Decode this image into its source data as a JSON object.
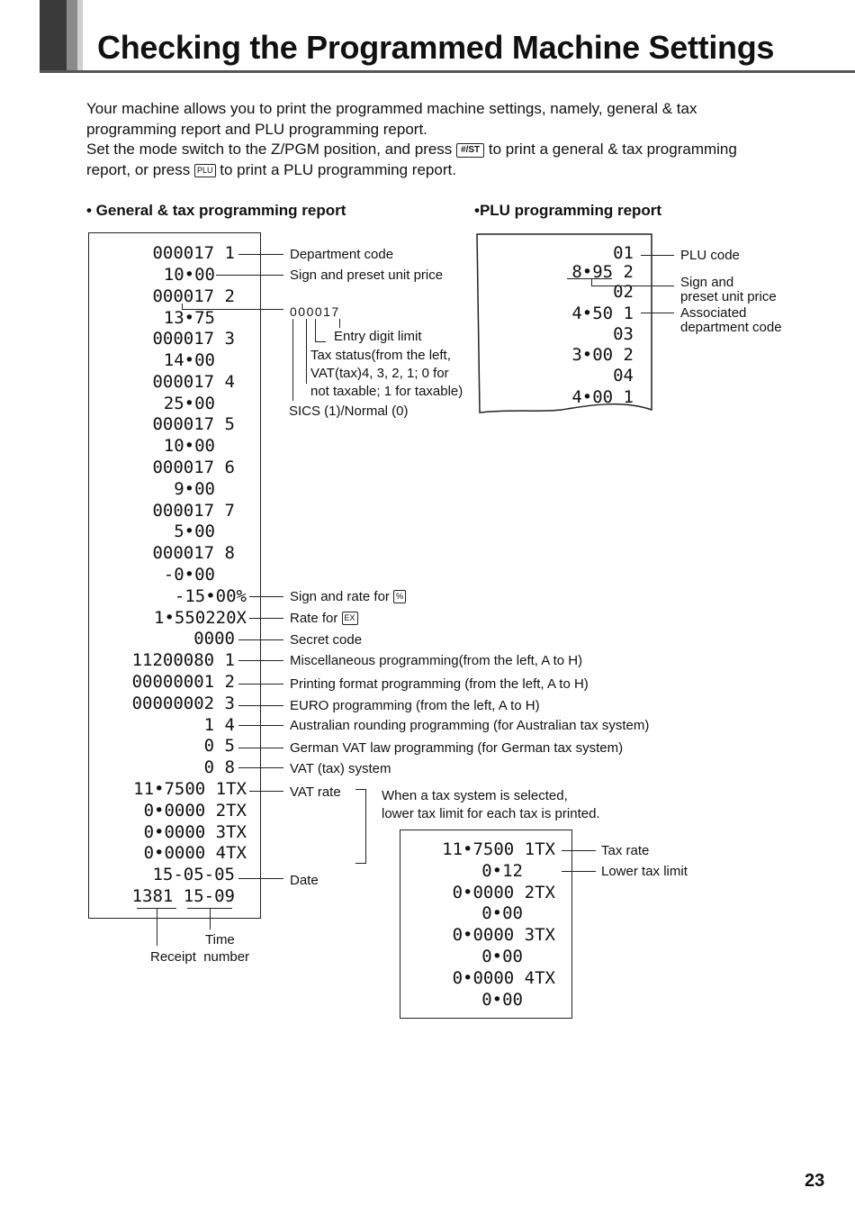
{
  "page": {
    "title": "Checking the Programmed Machine Settings",
    "page_number": "23"
  },
  "intro": {
    "line1": "Your machine allows you to print the programmed machine settings, namely, general & tax",
    "line2": "programming report and PLU programming report.",
    "line3_before": "Set the mode switch to the Z/PGM position, and press",
    "key_st": "#/ST",
    "line3_after": "to print a general & tax programming",
    "line4_before": "report, or press",
    "key_plu": "PLU",
    "line4_after": "to print a PLU programming report."
  },
  "sections": {
    "general": "• General & tax programming report",
    "plu": "•PLU programming report"
  },
  "general_receipt": {
    "lines": [
      "000017 1",
      "10•00",
      "000017 2",
      "13•75",
      "000017 3",
      "14•00",
      "000017 4",
      "25•00",
      "000017 5",
      "10•00",
      "000017 6",
      "9•00",
      "000017 7",
      "5•00",
      "000017 8",
      "-0•00",
      "-15•00%",
      "1•550220X",
      "0000",
      "11200080 1",
      "00000001 2",
      "00000002 3",
      "1 4",
      "0 5",
      "0 8",
      "11•7500 1TX",
      "0•0000 2TX",
      "0•0000 3TX",
      "0•0000 4TX",
      "15-05-05",
      "1381 15-09"
    ]
  },
  "general_annotations": {
    "department_code": "Department code",
    "sign_preset_price": "Sign and preset unit price",
    "sample_code": "000017",
    "entry_digit_limit": "Entry digit limit",
    "tax_status_1": "Tax status(from the left,",
    "tax_status_2": "VAT(tax)4, 3, 2, 1; 0 for",
    "tax_status_3": "not taxable; 1 for taxable)",
    "sics_normal": "SICS (1)/Normal (0)",
    "sign_rate_percent": "Sign and rate for",
    "key_percent": "%",
    "rate_for_ex": "Rate for",
    "key_ex": "EX",
    "secret_code": "Secret code",
    "misc_programming": "Miscellaneous programming(from the left, A to H)",
    "printing_format": "Printing format programming (from the left, A to H)",
    "euro_programming": "EURO programming (from the left, A to H)",
    "australian_rounding": "Australian rounding programming (for Australian tax system)",
    "german_vat": "German VAT law programming (for German tax system)",
    "vat_system": "VAT (tax) system",
    "vat_rate": "VAT rate",
    "tax_selected_1": "When a tax system is selected,",
    "tax_selected_2": "lower tax limit for each tax is printed.",
    "date": "Date",
    "time": "Time",
    "receipt_number": "Receipt  number"
  },
  "plu_receipt": {
    "lines": [
      "01",
      "8•95 2",
      "02",
      "4•50 1",
      "03",
      "3•00 2",
      "04",
      "4•00 1"
    ]
  },
  "plu_annotations": {
    "plu_code": "PLU code",
    "sign_and": "Sign and",
    "preset_price": "preset unit price",
    "associated": "Associated",
    "department_code": "department code"
  },
  "vat_receipt": {
    "lines": [
      "11•7500 1TX",
      "0•12",
      "0•0000 2TX",
      "0•00",
      "0•0000 3TX",
      "0•00",
      "0•0000 4TX",
      "0•00"
    ]
  },
  "vat_annotations": {
    "tax_rate": "Tax rate",
    "lower_tax_limit": "Lower tax limit"
  }
}
